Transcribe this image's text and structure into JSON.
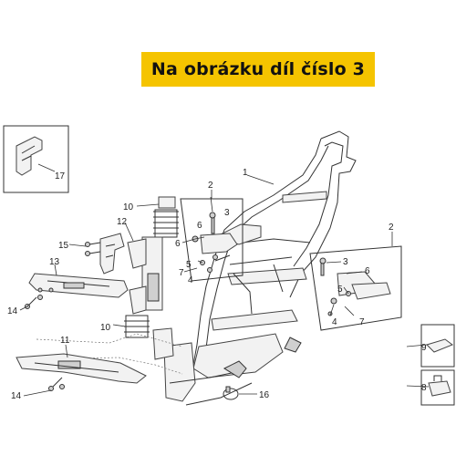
{
  "banner": {
    "text": "Na obrázku díl číslo 3",
    "bg_color": "#f5c400"
  },
  "callouts": {
    "c1": "1",
    "c2a": "2",
    "c2b": "2",
    "c3a": "3",
    "c3b": "3",
    "c4a": "4",
    "c4b": "4",
    "c5a": "5",
    "c5b": "5",
    "c6a": "6",
    "c6b": "6",
    "c6c": "6",
    "c7a": "7",
    "c7b": "7",
    "c8": "8",
    "c9": "9",
    "c10a": "10",
    "c10b": "10",
    "c11": "11",
    "c12": "12",
    "c13": "13",
    "c14a": "14",
    "c14b": "14",
    "c15": "15",
    "c16": "16",
    "c17": "17"
  }
}
